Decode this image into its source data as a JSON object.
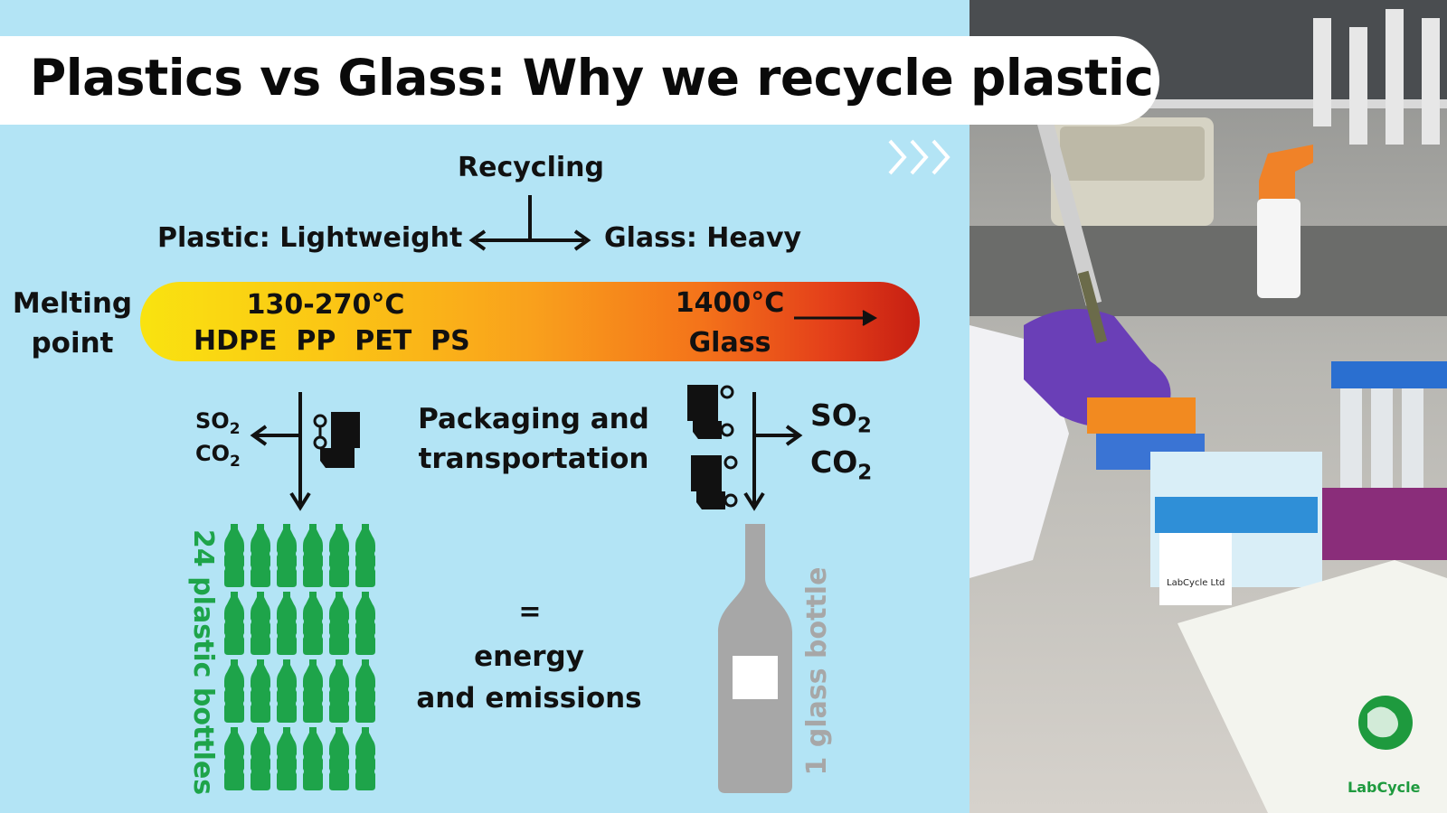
{
  "title": "Plastics vs Glass: Why we recycle plastic",
  "recycling": {
    "label": "Recycling",
    "plastic": "Plastic: Lightweight",
    "glass": "Glass: Heavy"
  },
  "melting": {
    "label_line1": "Melting",
    "label_line2": "point",
    "plastic_temp": "130-270°C",
    "plastic_types": "HDPE  PP  PET  PS",
    "glass_temp": "1400°C",
    "glass_label": "Glass"
  },
  "transport": {
    "line1": "Packaging and",
    "line2": "transportation",
    "left_so2": "SO",
    "left_co2": "CO",
    "right_so2": "SO",
    "right_co2": "CO",
    "subscript": "2"
  },
  "result": {
    "equals": "=",
    "line1": "energy",
    "line2": "and emissions",
    "plastic_bottles": "24 plastic bottles",
    "glass_bottle": "1 glass bottle"
  },
  "brand": {
    "name": "LabCycle",
    "box_label": "LabCycle Ltd"
  },
  "colors": {
    "background": "#b3e4f5",
    "plastic_green": "#1ea44a",
    "glass_grey": "#a7a7a7",
    "glove_purple": "#6a3fb7"
  },
  "icons": {
    "chevrons": "triple-chevron-right-icon",
    "truck": "truck-icon",
    "plastic_bottle": "plastic-bottle-icon",
    "glass_bottle": "wine-bottle-icon",
    "logo": "labcycle-globe-logo"
  }
}
